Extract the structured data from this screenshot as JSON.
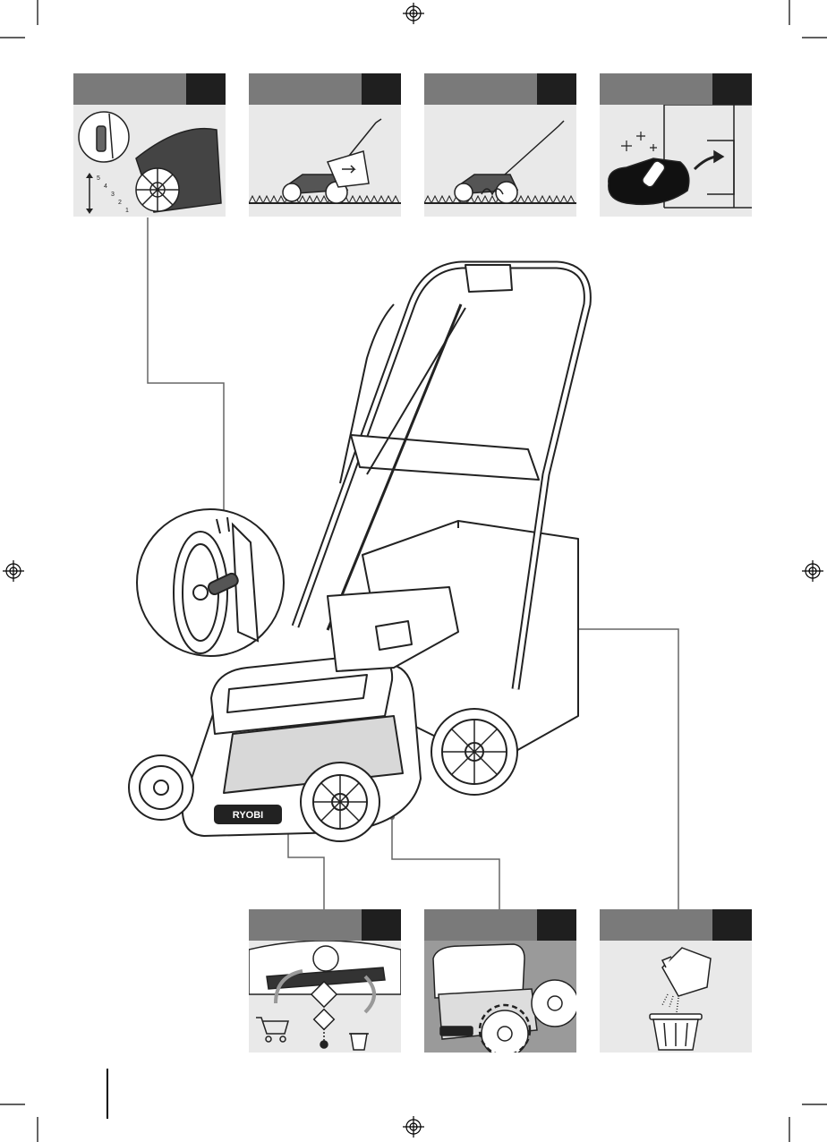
{
  "brand": {
    "logo_text": "RYOBI"
  },
  "panels": [
    {
      "id": "height-adjust",
      "header": "",
      "badge": ""
    },
    {
      "id": "mulch-bag",
      "header": "",
      "badge": ""
    },
    {
      "id": "mulch-plug",
      "header": "",
      "badge": ""
    },
    {
      "id": "storage",
      "header": "",
      "badge": ""
    },
    {
      "id": "blade-replace",
      "header": "",
      "badge": ""
    },
    {
      "id": "clean-deck",
      "header": "",
      "badge": ""
    },
    {
      "id": "empty-bag",
      "header": "",
      "badge": ""
    }
  ],
  "height_scale": [
    "5",
    "4",
    "3",
    "2",
    "1"
  ],
  "colors": {
    "panel_bg": "#e9e9e9",
    "header_bg": "#7a7a7a",
    "badge_bg": "#1f1f1f",
    "line": "#333333",
    "leader": "#666666"
  },
  "icons": [
    "registration-mark-icon",
    "crop-mark-icon",
    "trash-bin-icon",
    "cart-icon",
    "sparkle-icon",
    "arrow-icon"
  ]
}
